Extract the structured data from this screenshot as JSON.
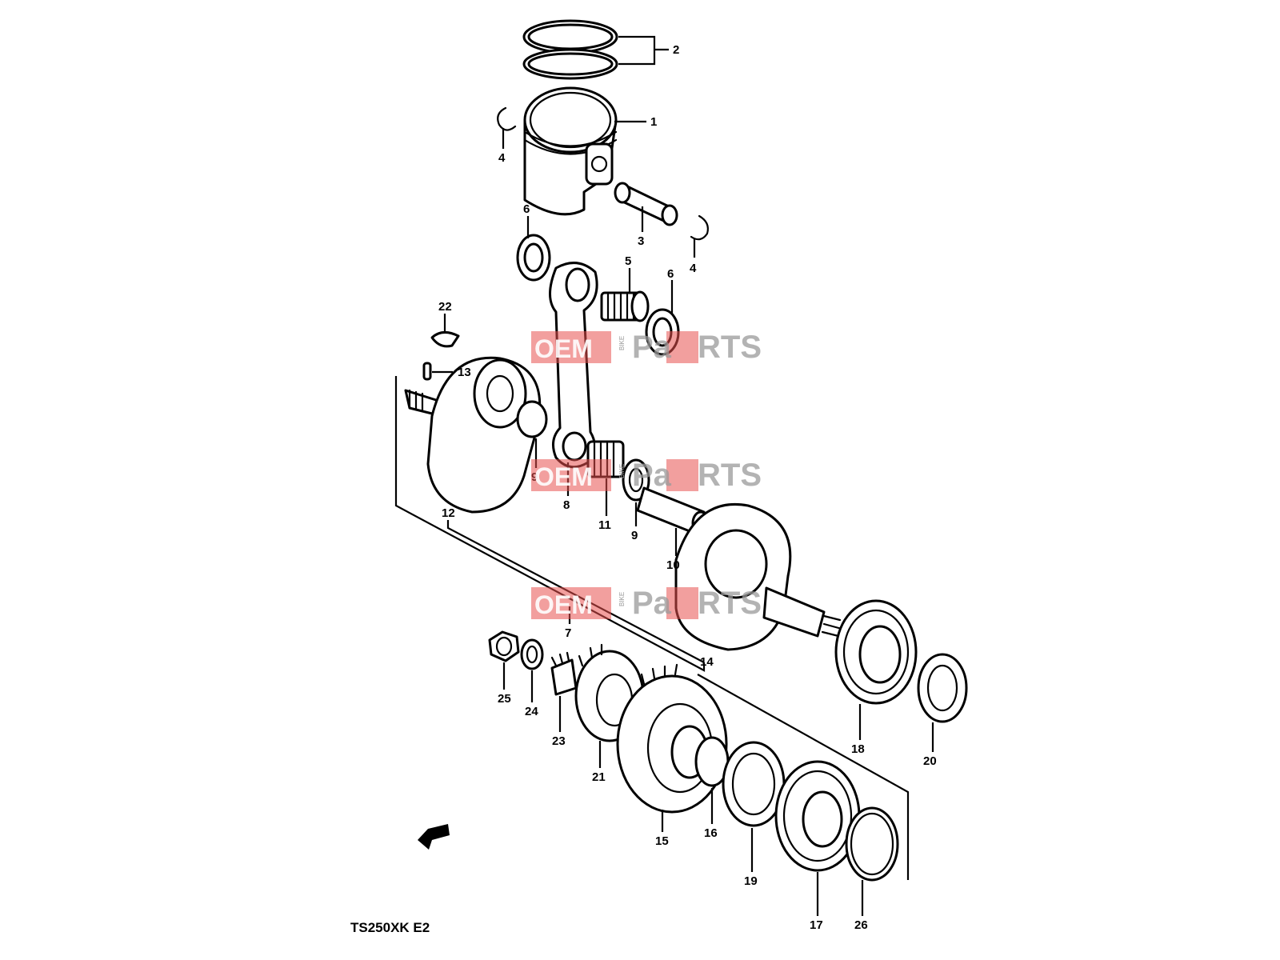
{
  "diagram": {
    "model_code": "TS250XK E2",
    "callouts": [
      "1",
      "2",
      "3",
      "4",
      "4",
      "5",
      "6",
      "6",
      "7",
      "8",
      "9",
      "9",
      "10",
      "11",
      "12",
      "13",
      "14",
      "15",
      "16",
      "17",
      "18",
      "19",
      "20",
      "21",
      "22",
      "23",
      "24",
      "25",
      "26"
    ]
  },
  "watermark": {
    "brand_left": "OEM",
    "brand_mid": "BIKE",
    "brand_right": "Parts",
    "brand_right_a": "Pa",
    "brand_right_b": "RTS"
  }
}
